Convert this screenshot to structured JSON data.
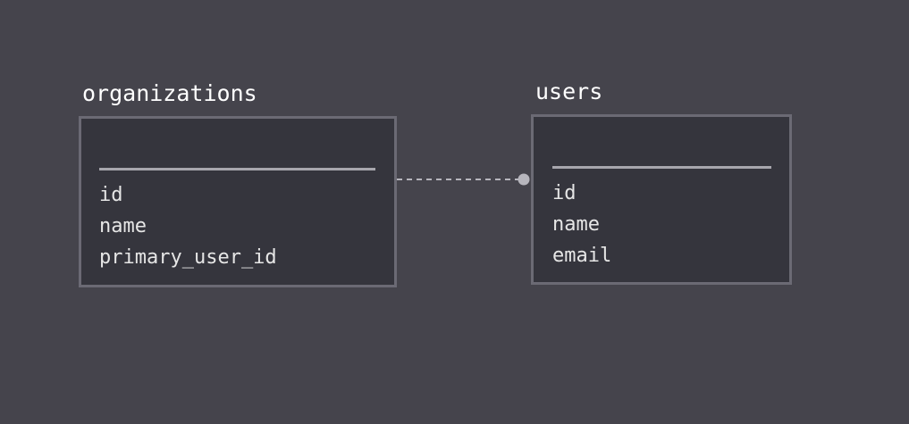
{
  "tables": [
    {
      "name": "organizations",
      "fields": [
        "id",
        "name",
        "primary_user_id"
      ]
    },
    {
      "name": "users",
      "fields": [
        "id",
        "name",
        "email"
      ]
    }
  ],
  "relationship": {
    "from": "organizations",
    "to": "users",
    "line_style": "dashed",
    "end_marker": "dot"
  },
  "colors": {
    "background": "#45444c",
    "box_fill": "#35353d",
    "box_border": "#6b6a74",
    "divider": "#a7a6ad",
    "title_text": "#ffffff",
    "field_text": "#e6e6e6",
    "connector": "#b7b6bd"
  }
}
